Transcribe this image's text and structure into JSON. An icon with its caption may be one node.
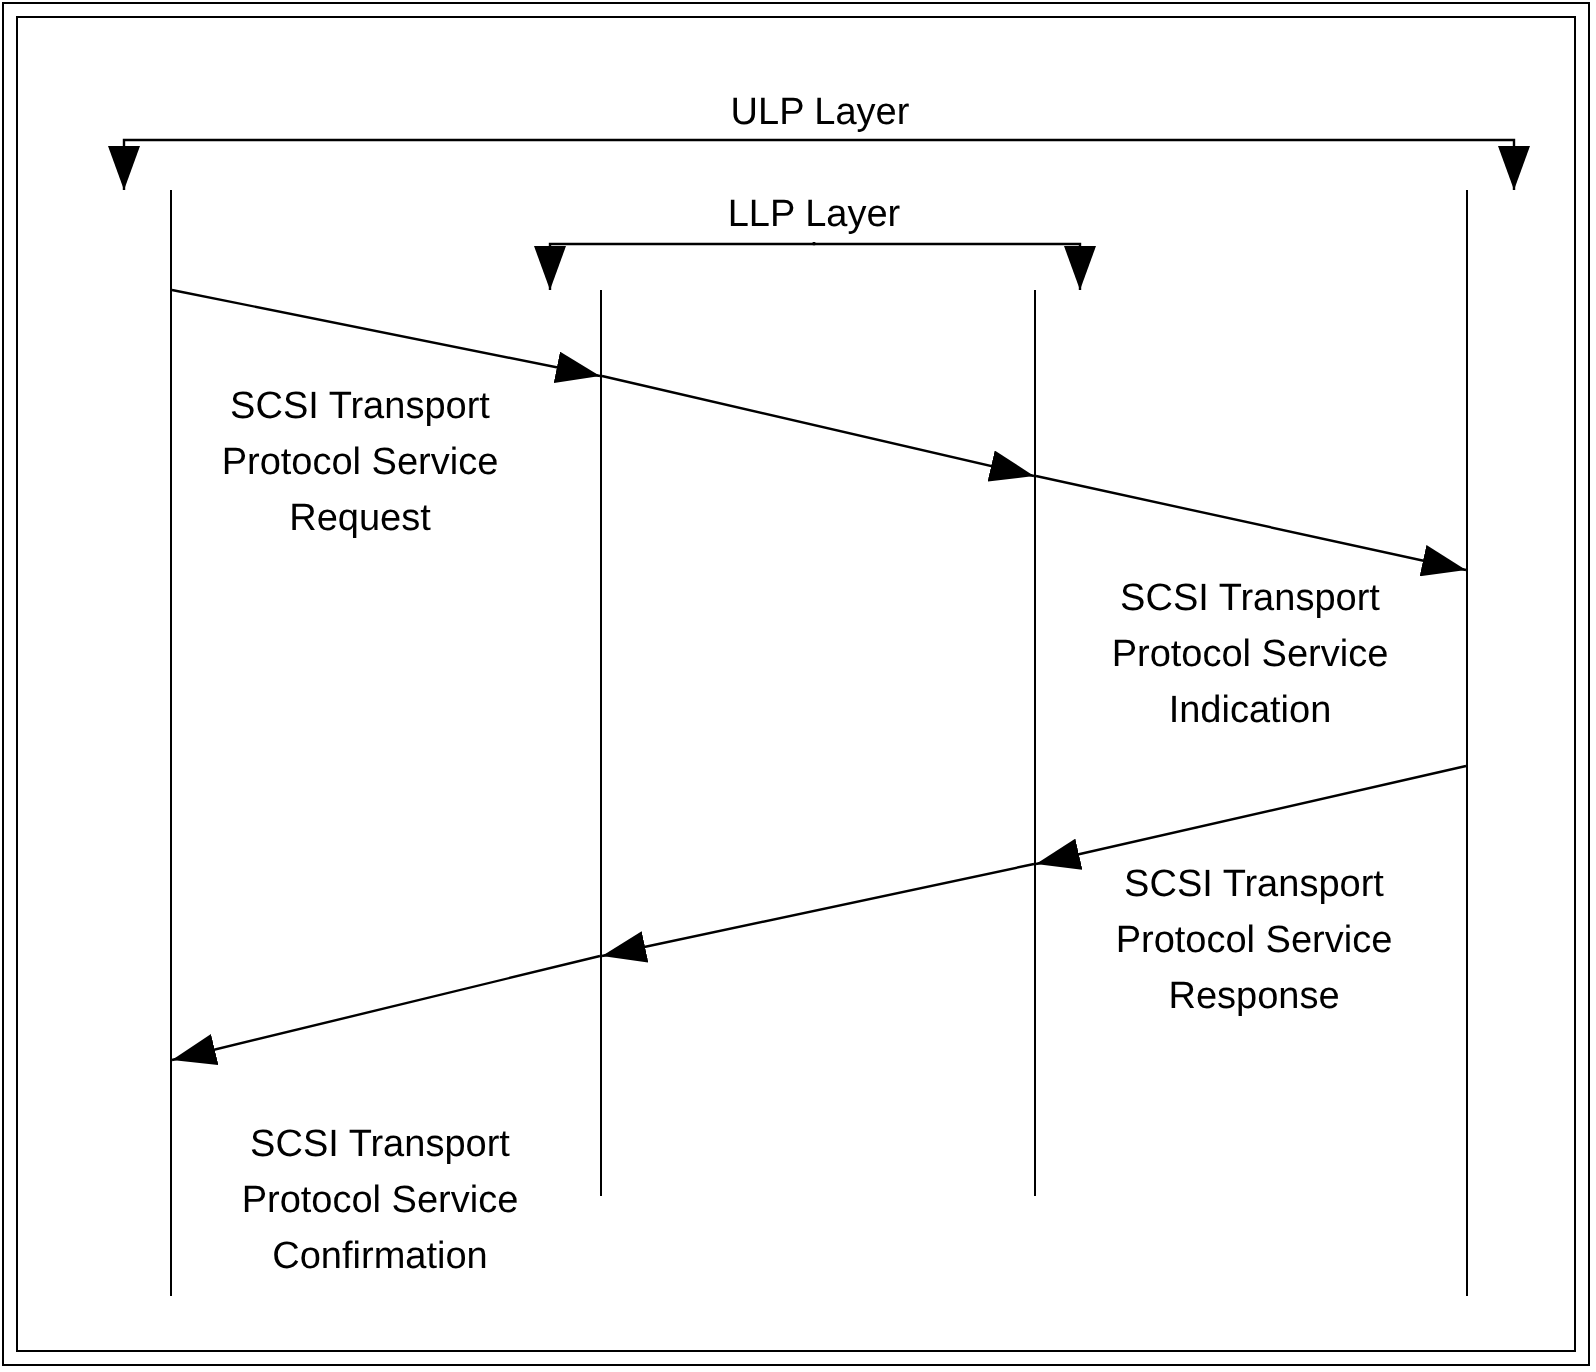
{
  "diagram": {
    "nodes": [
      {
        "text": [
          "ULP Layer"
        ]
      },
      {
        "text": [
          "LLP Layer"
        ]
      },
      {
        "text": [],
        "shape": "line"
      },
      {
        "text": [],
        "shape": "line"
      },
      {
        "text": [],
        "shape": "line"
      },
      {
        "text": [],
        "shape": "line"
      }
    ],
    "edges": [
      {
        "from": 0,
        "to": 2,
        "arrow": "to"
      },
      {
        "from": 0,
        "to": 5,
        "arrow": "to"
      },
      {
        "from": 1,
        "to": 3,
        "arrow": "to"
      },
      {
        "from": 1,
        "to": 4,
        "arrow": "to"
      },
      {
        "from": 2,
        "to": 3,
        "arrow": "to"
      },
      {
        "from": 3,
        "to": 4,
        "arrow": "to"
      },
      {
        "from": 4,
        "to": 5,
        "arrow": "to"
      },
      {
        "from": 5,
        "to": 4,
        "arrow": "to"
      },
      {
        "from": 4,
        "to": 3,
        "arrow": "to"
      },
      {
        "from": 3,
        "to": 2,
        "arrow": "to"
      }
    ],
    "labels": [
      "SCSI Transport Protocol Service Request",
      "SCSI Transport Protocol Service Indication",
      "SCSI Transport Protocol Service Response",
      "SCSI Transport Protocol Service Confirmation"
    ]
  }
}
